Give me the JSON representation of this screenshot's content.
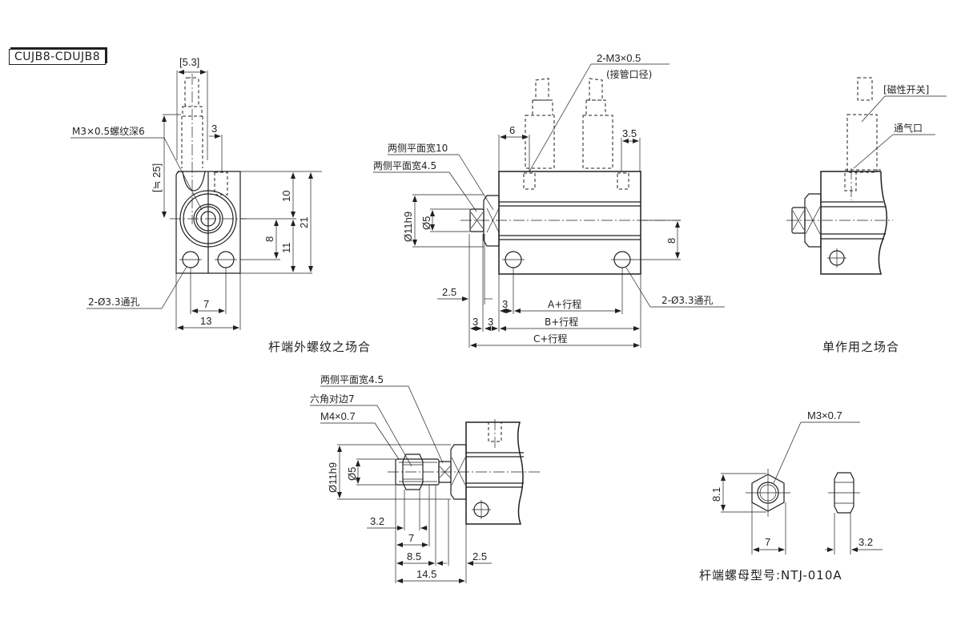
{
  "model": "CUJB8-CDUJB8",
  "captions": {
    "rod_end_male_thread": "杆端外螺纹之场合",
    "single_acting": "单作用之场合",
    "rod_end_nut_model": "杆端螺母型号:NTJ-010A"
  },
  "end_view": {
    "dim_width_switch": "[5.3]",
    "dim_3": "3",
    "thread_note": "M3×0.5螺纹深6",
    "dim_height_switch": "[≒ 25]",
    "dim_10": "10",
    "dim_21": "21",
    "dim_8": "8",
    "dim_11": "11",
    "hole_note": "2-Ø3.3通孔",
    "dim_7": "7",
    "dim_13": "13"
  },
  "side_view": {
    "port_note_1": "2-M3×0.5",
    "port_note_2": "(接管口径)",
    "dim_6": "6",
    "dim_3_5": "3.5",
    "flat_width_10": "两侧平面宽10",
    "flat_width_4_5": "两侧平面宽4.5",
    "dia_11h9": "Ø11h9",
    "dia_5": "Ø5",
    "dim_8": "8",
    "dim_2_5": "2.5",
    "dim_3a": "3",
    "dim_3b": "3",
    "dim_3c": "3",
    "dim_a": "A+行程",
    "dim_b": "B+行程",
    "dim_c": "C+行程",
    "hole_note": "2-Ø3.3通孔"
  },
  "single_acting_view": {
    "switch_note": "[磁性开关]",
    "vent_note": "通气口"
  },
  "male_thread_view": {
    "flat_width_4_5": "两侧平面宽4.5",
    "hex_7": "六角对边7",
    "thread": "M4×0.7",
    "dia_11h9": "Ø11h9",
    "dia_5": "Ø5",
    "dim_3_2": "3.2",
    "dim_7": "7",
    "dim_8_5": "8.5",
    "dim_2_5": "2.5",
    "dim_14_5": "14.5"
  },
  "nut_view": {
    "thread": "M3×0.7",
    "dim_8_1": "8.1",
    "dim_7": "7",
    "dim_3_2": "3.2"
  }
}
